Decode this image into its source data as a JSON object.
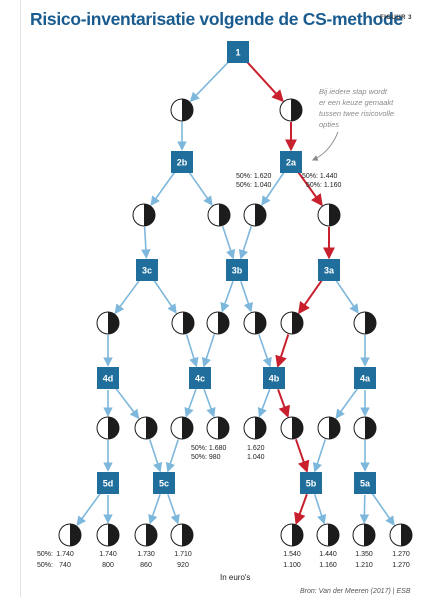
{
  "title": "Risico-inventarisatie volgende de CS-methode",
  "figure_label": "FIGUUR 3",
  "colors": {
    "box": "#1f6e9c",
    "arrow_blue": "#7db7dc",
    "arrow_red": "#c8202d",
    "title": "#1a5c8f",
    "circle_fill": "#1c1c1c",
    "circle_light": "#ffffff"
  },
  "nodes": [
    "1",
    "2a",
    "2b",
    "3a",
    "3b",
    "3c",
    "4a",
    "4b",
    "4c",
    "4d",
    "5a",
    "5b",
    "5c",
    "5d"
  ],
  "note": [
    "Bij iedere stap wordt",
    "er een keuze gemaakt",
    "tussen twee risicovolle",
    "opties"
  ],
  "labels_2a": {
    "left": [
      "50%: 1.620",
      "50%: 1.040"
    ],
    "right": [
      "50%: 1.440",
      "50%: 1.160"
    ]
  },
  "labels_4c": [
    "50%: 1.680",
    "50%: 980"
  ],
  "labels_4b": [
    "1.620",
    "1.040"
  ],
  "bottom": {
    "prefix": [
      "50%:",
      "50%:"
    ],
    "pairs": [
      [
        "1.740",
        "740"
      ],
      [
        "1.740",
        "800"
      ],
      [
        "1.730",
        "860"
      ],
      [
        "1.710",
        "920"
      ],
      [
        "1.540",
        "1.100"
      ],
      [
        "1.440",
        "1.160"
      ],
      [
        "1.350",
        "1.210"
      ],
      [
        "1.270",
        "1.270"
      ]
    ]
  },
  "unit_caption": "In euro's",
  "source": "Bron: Van der Meeren (2017) | ESB"
}
